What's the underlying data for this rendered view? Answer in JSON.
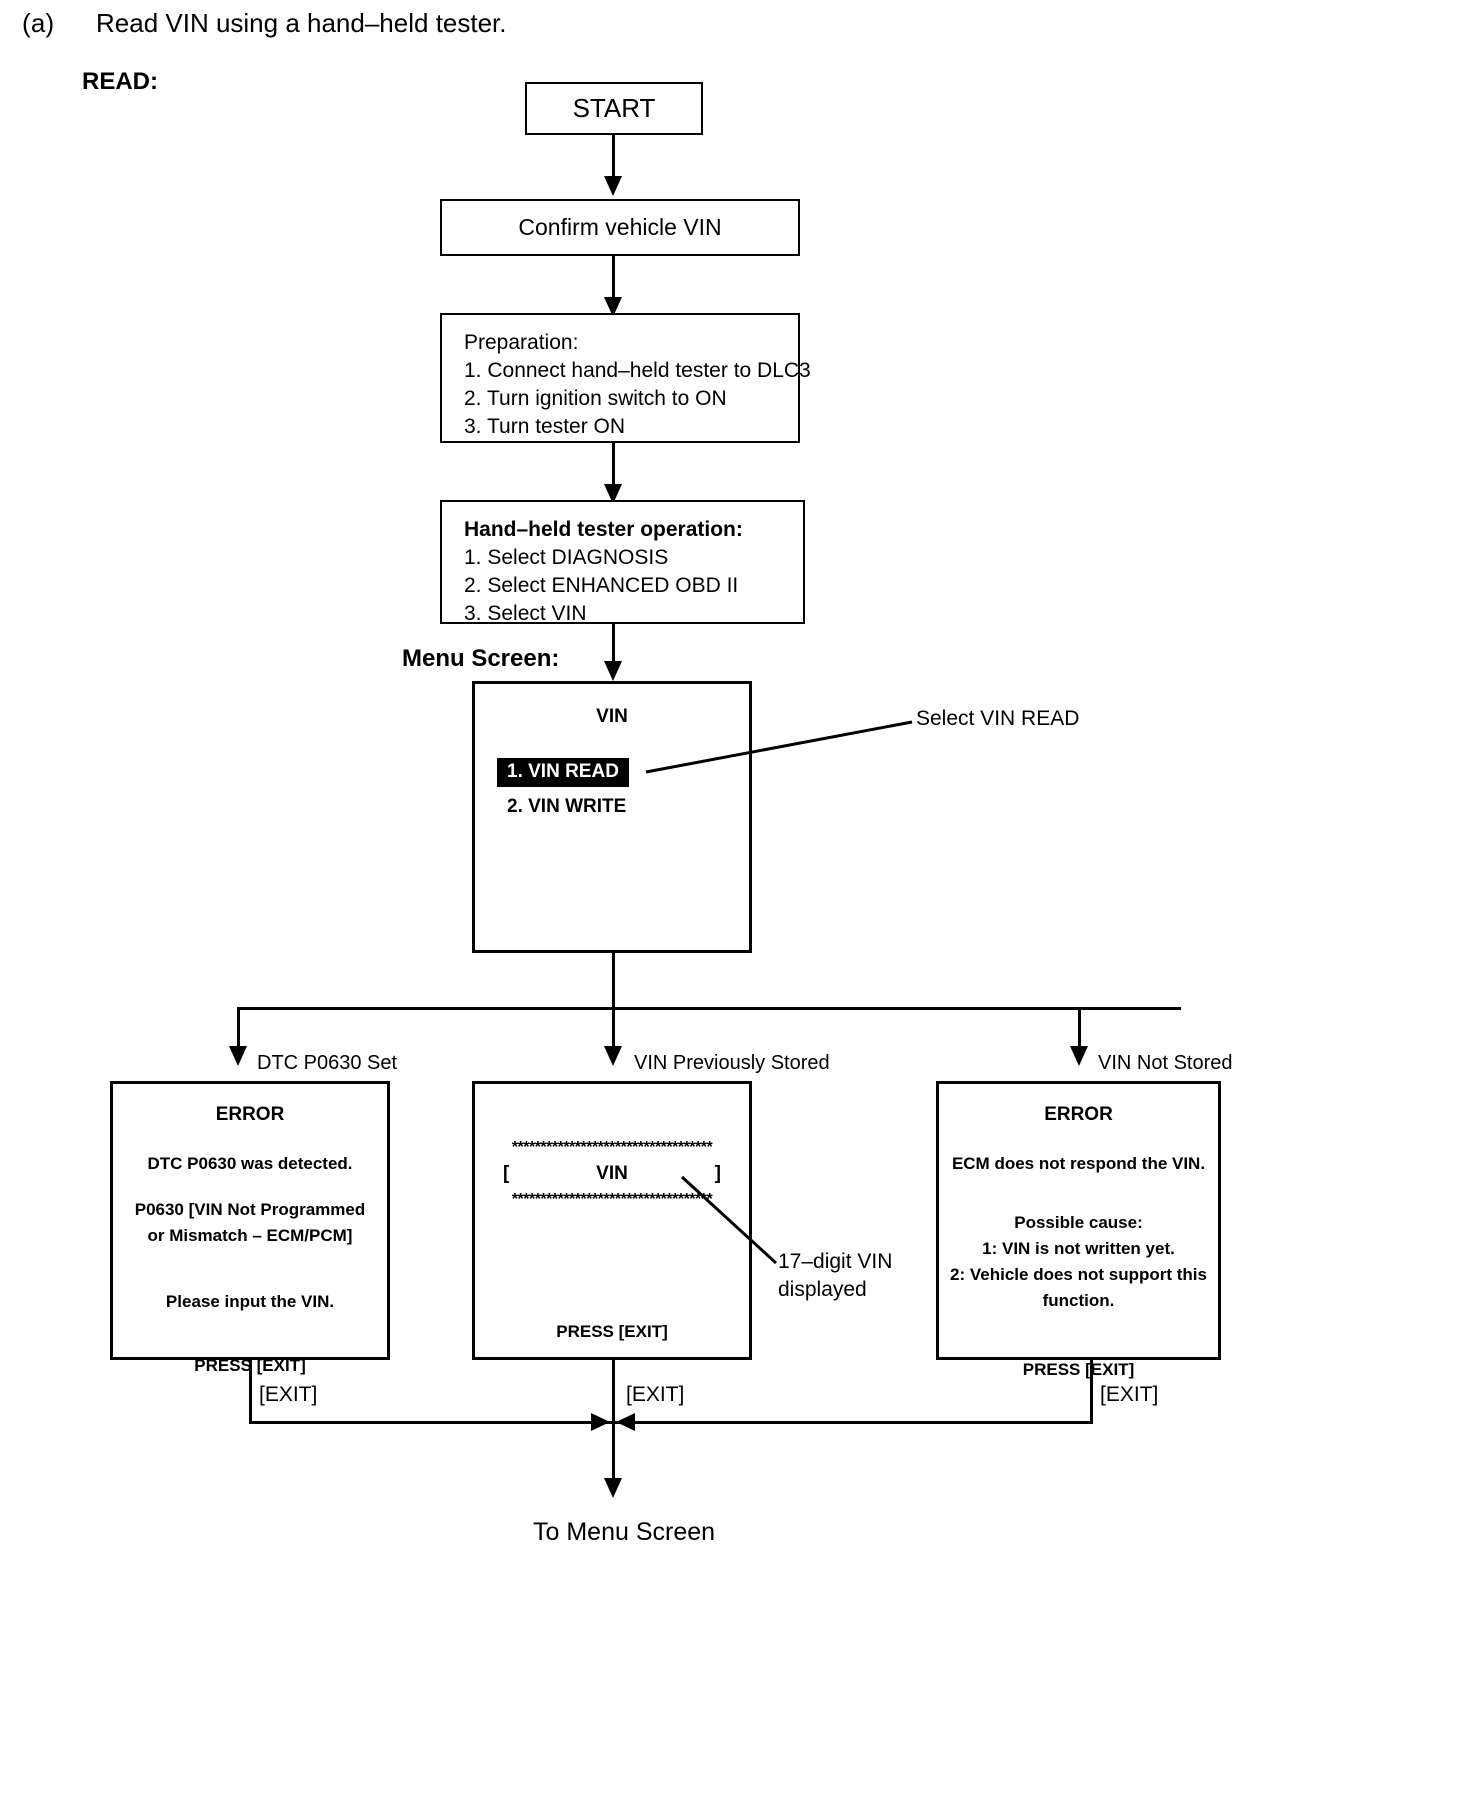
{
  "header": {
    "step_marker": "(a)",
    "step_text": "Read VIN using a hand–held tester.",
    "read_label": "READ:",
    "menu_screen_label": "Menu Screen:"
  },
  "flow": {
    "start_box": "START",
    "confirm_box": "Confirm vehicle VIN",
    "preparation": {
      "header": "Preparation:",
      "items": [
        "1. Connect hand–held tester to DLC3",
        "2. Turn ignition switch to ON",
        "3. Turn tester ON"
      ]
    },
    "tester_operation": {
      "header": "Hand–held tester operation:",
      "items": [
        "1. Select DIAGNOSIS",
        "2. Select ENHANCED OBD II",
        "3. Select VIN"
      ]
    },
    "menu_screen": {
      "title": "VIN",
      "items": [
        {
          "label": "1. VIN READ",
          "selected": true
        },
        {
          "label": "2. VIN WRITE",
          "selected": false
        }
      ],
      "callout": "Select VIN READ"
    },
    "branches": [
      {
        "label": "DTC P0630 Set"
      },
      {
        "label": "VIN Previously Stored"
      },
      {
        "label": "VIN Not Stored"
      }
    ],
    "result_left": {
      "title": "ERROR",
      "lines": [
        "DTC P0630 was detected.",
        "P0630  [VIN Not Programmed",
        "or Mismatch – ECM/PCM]",
        "Please input the VIN."
      ],
      "footer": "PRESS [EXIT]"
    },
    "result_center": {
      "stars_top": "***********************************",
      "bracket_open": "[",
      "vin_text": "VIN",
      "bracket_close": "]",
      "stars_bottom": "***********************************",
      "footer": "PRESS [EXIT]",
      "callout_line1": "17–digit VIN",
      "callout_line2": "displayed"
    },
    "result_right": {
      "title": "ERROR",
      "lines": [
        "ECM does not respond the VIN.",
        "Possible cause:",
        "1: VIN is not written yet.",
        "2: Vehicle does not support this",
        "function."
      ],
      "footer": "PRESS [EXIT]"
    },
    "exit_labels": [
      "[EXIT]",
      "[EXIT]",
      "[EXIT]"
    ],
    "to_menu_screen": "To Menu Screen"
  },
  "colors": {
    "ink": "#000000",
    "paper": "#ffffff",
    "highlight_bg": "#000000",
    "highlight_fg": "#ffffff"
  }
}
